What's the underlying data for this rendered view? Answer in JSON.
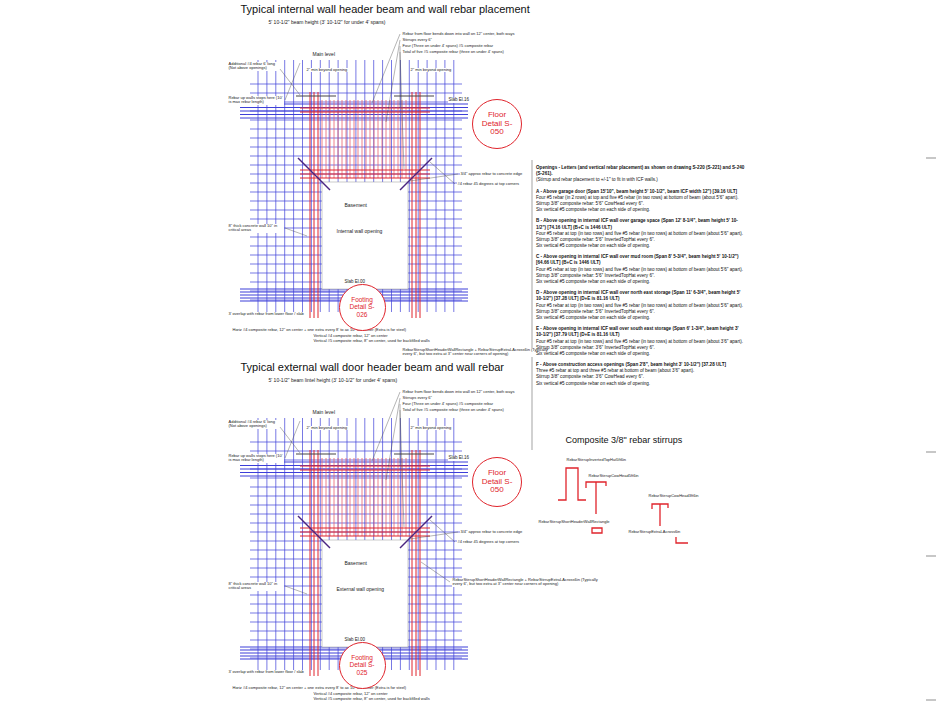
{
  "diagram": {
    "nodes": [
      {
        "text": [
          "Floor Detail S-050"
        ]
      },
      {
        "text": [
          "Footing Detail S-026"
        ]
      },
      {
        "text": [
          "Floor Detail S-050"
        ]
      },
      {
        "text": [
          "Footing Detail S-025"
        ]
      }
    ],
    "labels": [
      "Typical internal wall header beam and wall rebar placement",
      "5' 10-1/2\" beam height (3' 10-1/2\" for under 4' spans)",
      "Rebar from floor bends down into wall on 12\" center, both ways",
      "Stirrups every 6\"",
      "Four (Three on under 4' spans) #5 composite rebar",
      "Total of five #5 composite rebar (three on under 4' spans)",
      "Main level",
      "Additional #4 rebar 6' long (Not above openings)",
      "2\" min beyond opening",
      "2\" min beyond opening",
      "Rebar up walls stops here (10' is max rebar length)",
      "Slab El.16",
      "3/4\" approx rebar to concrete edge",
      "#4 rebar 45 degrees at top corners",
      "Basement",
      "8\" thick concrete wall 10\" in critical areas",
      "Internal wall opening",
      "Slab El.00",
      "3' overlap with rebar from lower floor / slab",
      "Horiz #4 composite rebar, 12\" on center + one extra every 8' to ax 10\" on center (Extra is for steel)",
      "Vertical #4 composite rebar, 12\" on center",
      "Vertical #5 composite rebar, 8\" on center, used for backfilled walls",
      "RebarStirrupShortHeaderWallRectangle + RebarStirrupExtraLAcross6in (Typically every 6\", but two extra at 3\" center near corners of opening)",
      "Typical external wall door header beam and wall rebar",
      "5' 10-1/2\" beam lintel height (3' 10-1/2\" for under 4' spans)",
      "Rebar from floor bends down into wall on 12\" center, both ways",
      "Stirrups every 6\"",
      "Four (Three on under 4' spans) #5 composite rebar",
      "Total of five #5 composite rebar (three on under 4' spans)",
      "Main level",
      "Additional #4 rebar 6' long (Not above openings)",
      "2\" min beyond opening",
      "2\" min beyond opening",
      "Rebar up walls stops here (10' is max rebar length)",
      "Slab El.16",
      "3/4\" approx rebar to concrete edge",
      "#4 rebar 45 degrees at top corners",
      "Basement",
      "8\" thick concrete wall 10\" in critical areas",
      "External wall opening",
      "Slab El.00",
      "3' overlap with rebar from lower floor / slab",
      "Horiz #4 composite rebar, 12\" on center + one extra every 8' to ax 10\" on center (Extra is for steel)",
      "Vertical #4 composite rebar, 12\" on center",
      "Vertical #5 composite rebar, 8\" on center, used for backfilled walls",
      "RebarStirrupShortHeaderWallRectangle + RebarStirrupExtraLAcross6in (Typically every 6\", but two extra at 3\" center near corners of opening)",
      "Openings - Letters (and vertical rebar placement) as shown on drawing S-220 (S-221) and S-240 (S-261).",
      "(Stirrup and rebar placement to +/-1\" to fit in with ICF walls.)",
      "A - Above garage door (Span 15'10\", beam height 5' 10-1/2\", beam ICF width 12\") [39.16 ULT]",
      "Four #5 rebar (in 2 rows) at top and five #5 rebar (in two rows) at bottom of beam (about 5'6\" apart).",
      "Stirrup 3/8\" composite rebar: 5'6\" CowHead every 6\".",
      "Six vertical #5 composite rebar on each side of opening.",
      "B - Above opening in internal ICF wall over garage space (Span 12' 8-1/4\", beam height 5' 10-1/2\") [74.16 ULT] (B+C is 1446 ULT)",
      "Four #5 rebar at top (in two rows) and five #5 rebar (in two rows) at bottom of beam (about 5'6\" apart).",
      "Stirrup 3/8\" composite rebar: 5'6\" InvertedTopHat every 6\".",
      "Six vertical #5 composite rebar on each side of opening.",
      "C - Above opening in internal ICF wall over mud room (Span 8' 5-3/4\", beam height 5' 10-1/2\") [64.66 ULT] (B+C is 1446 ULT)",
      "Four #5 rebar at top (in two rows) and five #5 rebar (in two rows) at bottom of beam (about 5'6\" apart).",
      "Stirrup 3/8\" composite rebar: 5'6\" InvertedTopHat every 6\".",
      "Six vertical #5 composite rebar on each side of opening.",
      "D - Above opening in internal ICF wall over north east storage (Span 11' 6-3/4\", beam height 5' 10-1/2\") [37.28 ULT] (D+E is 81.16 ULT)",
      "Four #5 rebar at top (in two rows) and five #5 rebar (in two rows) at bottom of beam (about 5'6\" apart).",
      "Stirrup 3/8\" composite rebar: 5'6\" InvertedTopHat every 6\".",
      "Six vertical #5 composite rebar on each side of opening.",
      "E - Above opening in internal ICF wall over south east storage (Span 6' 1-3/4\", beam height 3' 10-1/2\") [37.79 ULT] (D+E is 81.16 ULT)",
      "Four #5 rebar at top (in two rows) and five #5 rebar (in two rows) at bottom of beam (about 3'6\" apart).",
      "Stirrup 3/8\" composite rebar: 3'6\" InvertedTopHat every 6\".",
      "Six vertical #5 composite rebar on each side of opening.",
      "F - Above construction access openings (Span 2'8\", beam height 3' 10-1/2\") [37.28 ULT]",
      "Three #5 rebar at top and three #5 rebar at bottom of beam (about 3'6\" apart).",
      "Stirrup 3/8\" composite rebar: 3'6\" CowHead every 6\".",
      "Six vertical #5 composite rebar on each side of opening.",
      "Composite 3/8\" rebar stirrups",
      "RebarStirrupInvertedTopHat5ft6in",
      "RebarStirrupCowHead5ft6in",
      "RebarStirrupCowHead3ft6in",
      "RebarStirrupShortHeaderWallRectangle",
      "RebarStirrupExtraLAcross6in"
    ]
  }
}
